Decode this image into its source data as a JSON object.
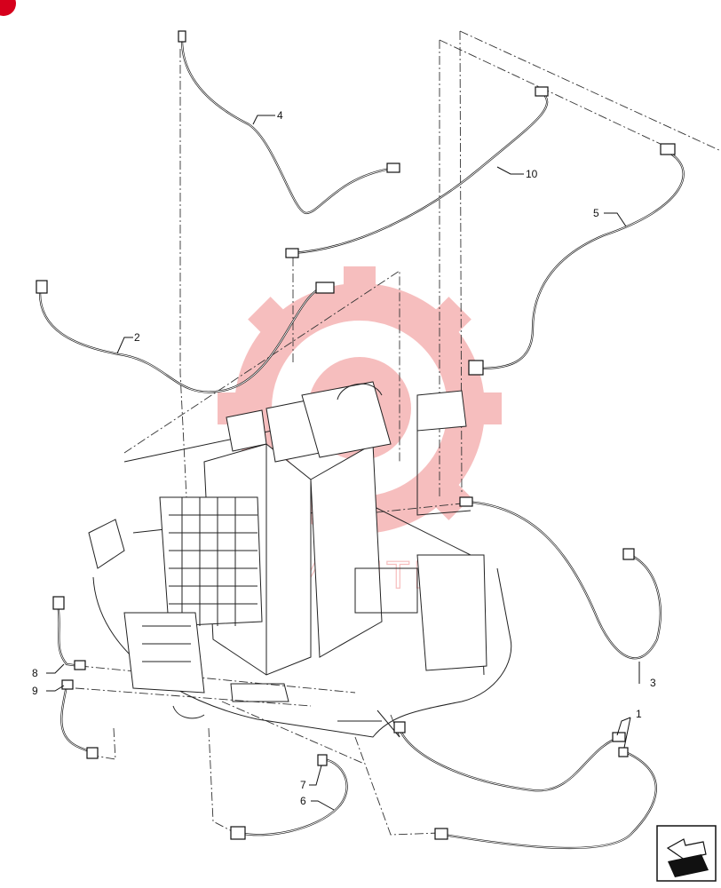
{
  "callouts": [
    {
      "id": "1",
      "label": "1"
    },
    {
      "id": "2",
      "label": "2"
    },
    {
      "id": "3",
      "label": "3"
    },
    {
      "id": "4",
      "label": "4"
    },
    {
      "id": "5",
      "label": "5"
    },
    {
      "id": "6",
      "label": "6"
    },
    {
      "id": "7",
      "label": "7"
    },
    {
      "id": "8",
      "label": "8"
    },
    {
      "id": "9",
      "label": "9"
    },
    {
      "id": "10",
      "label": "10"
    }
  ],
  "watermark": {
    "text": "УНИТЕХ",
    "color": "#f08a8a"
  },
  "colors": {
    "line": "#111111",
    "watermark": "#f08a8a",
    "corner_badge": "#d6001c"
  },
  "icons": {
    "corner": "corner-badge-icon",
    "navigation": "arrow-navigation-icon"
  }
}
